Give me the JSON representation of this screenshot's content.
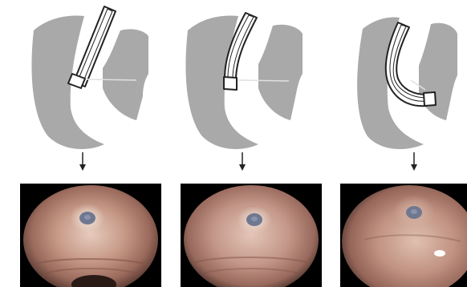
{
  "figure": {
    "panels": [
      {
        "id": "a",
        "step": "scope-entering",
        "arrow": "down-arrow"
      },
      {
        "id": "b",
        "step": "scope-advancing",
        "arrow": "down-arrow"
      },
      {
        "id": "c",
        "step": "scope-retroflexed",
        "arrow": "down-arrow"
      }
    ]
  },
  "colors": {
    "tissue_gray": "#a9a9a9",
    "scope_outline": "#222222",
    "mucosa_center": "#d8b8a8",
    "mucosa_edge": "#8c5f52",
    "lesion": "#6f7890",
    "photo_border": "#000000"
  }
}
